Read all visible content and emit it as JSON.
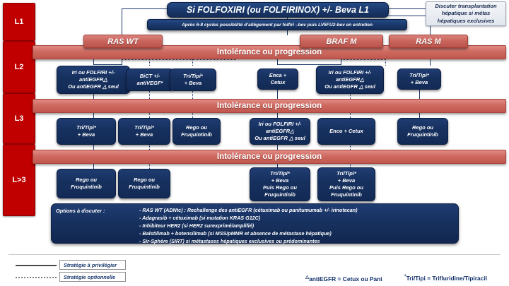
{
  "levels": [
    {
      "id": "L1",
      "label": "L1"
    },
    {
      "id": "L2",
      "label": "L2"
    },
    {
      "id": "L3",
      "label": "L3"
    },
    {
      "id": "L>3",
      "label": "L>3"
    }
  ],
  "header": {
    "title": "Si FOLFOXIRI (ou FOLFIRINOX) +/- Beva L1",
    "subtitle": "Après 6-8 cycles possibilité d’allégement par folfiri –bev puis LV5FU2-bev en entretien",
    "note": "Discuter transplantation hépatique si métas hépatiques exclusives"
  },
  "mutations": [
    {
      "label": "RAS WT"
    },
    {
      "label": "BRAF M"
    },
    {
      "label": "RAS M"
    }
  ],
  "progression_bars": [
    {
      "label": "Intolérance ou progression"
    },
    {
      "label": "Intolérance ou progression"
    },
    {
      "label": "Intolérance ou progression"
    }
  ],
  "l2": [
    {
      "lines": [
        "Iri ou FOLFIRI +/-",
        "antiEGFR△",
        "Ou antiEGFR △ seul"
      ]
    },
    {
      "lines": [
        "BiCT +/-",
        "antiVEGF*"
      ]
    },
    {
      "lines": [
        "Tri/Tipi*",
        "+ Beva"
      ]
    },
    {
      "lines": [
        "Enca +",
        "Cetux"
      ]
    },
    {
      "lines": [
        "Iri ou FOLFIRI +/-",
        "antiEGFR△",
        "Ou antiEGFR △ seul"
      ]
    },
    {
      "lines": [
        "Tri/Tipi*",
        "+ Beva"
      ]
    }
  ],
  "l3": [
    {
      "lines": [
        "Tri/Tipi*",
        "+ Beva"
      ]
    },
    {
      "lines": [
        "Tri/Tipi*",
        "+ Beva"
      ]
    },
    {
      "lines": [
        "Rego ou",
        "Fruquintinib"
      ]
    },
    {
      "lines": [
        "Iri ou FOLFIRI +/-",
        "antiEGFR△",
        "Ou antiEGFR △ seul"
      ]
    },
    {
      "lines": [
        "Enco + Cetux"
      ]
    },
    {
      "lines": [
        "Rego ou",
        "Fruquintinib"
      ]
    }
  ],
  "l4": [
    {
      "lines": [
        "Rego ou",
        "Fruquintinib"
      ]
    },
    {
      "lines": [
        "Rego ou",
        "Fruquintinib"
      ]
    },
    {
      "lines": [
        "Tri/Tipi*",
        "+ Beva",
        "Puis Rego ou",
        "Fruquintinib"
      ]
    },
    {
      "lines": [
        "Tri/Tipi*",
        "+ Beva",
        "Puis Rego ou",
        "Fruquintinib"
      ]
    }
  ],
  "options": {
    "label": "Options à discuter :",
    "items": [
      "- RAS WT (ADNtc) : Rechallenge des antiEGFR (cétuximab ou panitumumab +/- irinotecan)",
      "- Adagrasib + cétuximab (si mutation KRAS G12C)",
      "- Inhibiteur HER2 (si HER2 surexprimé/amplifié)",
      "- Balstilimab + botensilimab (si MSS/pMMR et absence de métastase hépatique)",
      "- Sir-Sphère (SIRT)  si métastases hépatiques exclusives ou prédominantes"
    ]
  },
  "legend": [
    {
      "style": "solid",
      "label": "Stratégie à privilégier"
    },
    {
      "style": "dotted",
      "label": "Stratégie optionnelle"
    }
  ],
  "footnotes": {
    "antiegfr": "antiEGFR = Cetux ou Pani",
    "antiegfr_mark": "△",
    "tritipi": "Tri/Tipi = Trifluridine/Tipiracil",
    "tritipi_mark": "*"
  },
  "colors": {
    "level_rail": "#C00000",
    "progression_bar": "#c8645b",
    "box_navy": "#17315f",
    "note_bg": "#e9edf3"
  }
}
